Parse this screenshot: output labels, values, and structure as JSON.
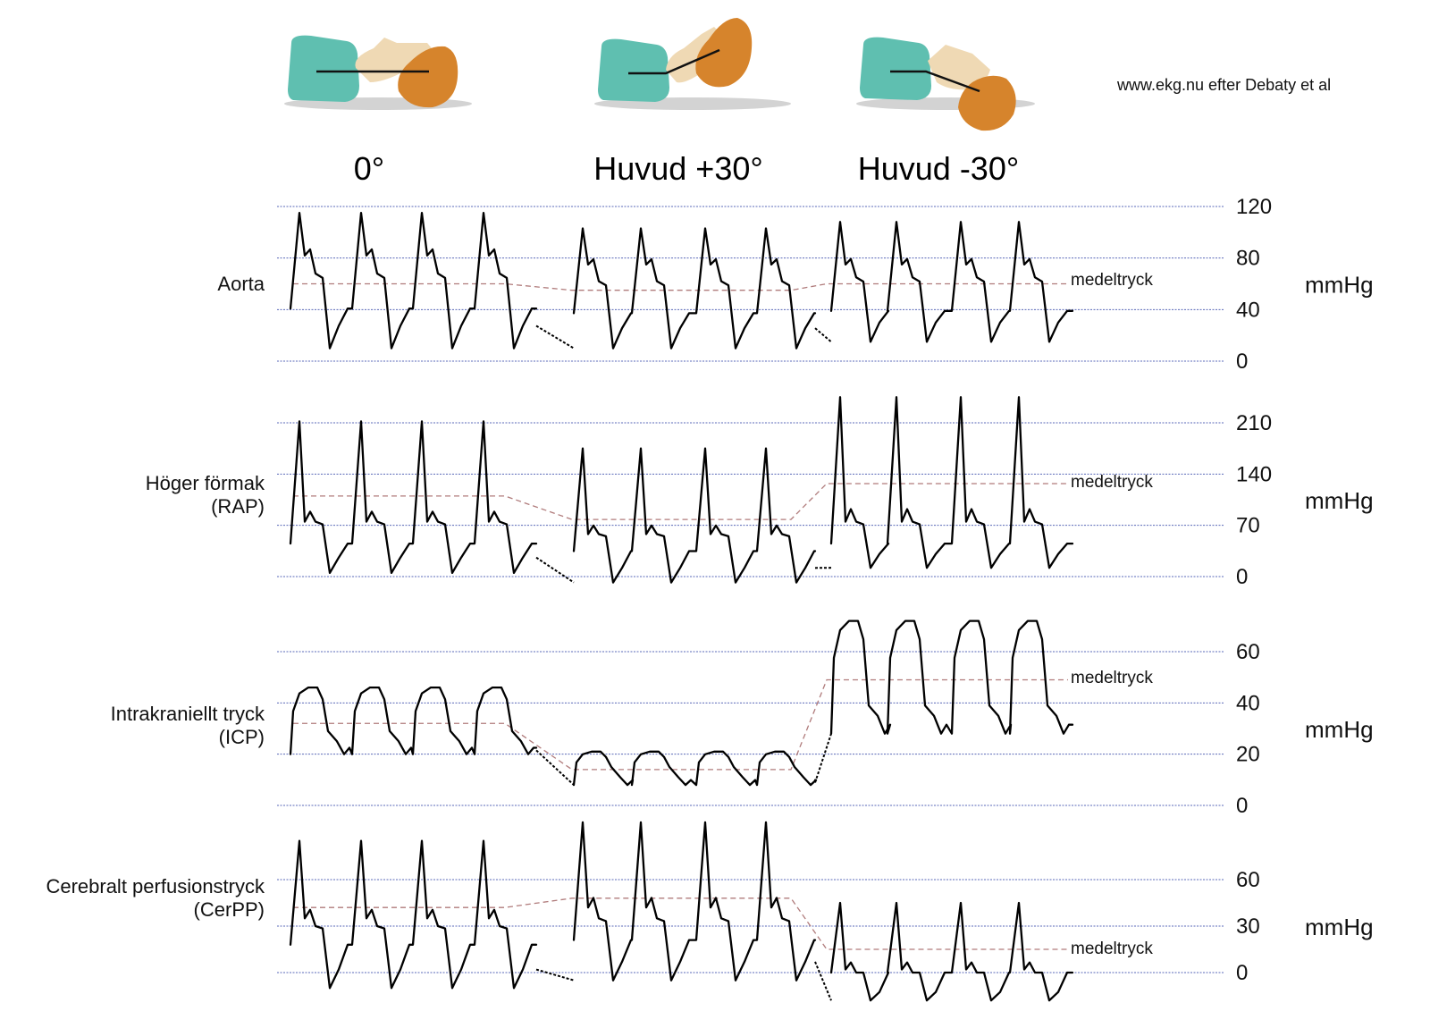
{
  "credit": "www.ekg.nu efter Debaty et al",
  "mean_label": "medeltryck",
  "unit": "mmHg",
  "icon_names": [
    "head-flat-0-icon",
    "head-up-30-icon",
    "head-down-30-icon"
  ],
  "colors": {
    "pillow": "#5fbfb0",
    "skin": "#efd9b4",
    "hair": "#d6842c",
    "grid": "#5968b8",
    "mean": "#b07b7b",
    "trace": "#000000"
  },
  "chart_data": {
    "type": "line",
    "conditions": [
      "0°",
      "Huvud +30°",
      "Huvud -30°"
    ],
    "panels": [
      {
        "id": "aorta",
        "label": [
          "Aorta"
        ],
        "ticks": [
          0,
          40,
          80,
          120
        ],
        "ylim": [
          0,
          120
        ],
        "segments": [
          {
            "peak": 115,
            "notch": 82,
            "dia": 68,
            "trough": 10,
            "mean": 60
          },
          {
            "peak": 103,
            "notch": 75,
            "dia": 62,
            "trough": 10,
            "mean": 55
          },
          {
            "peak": 108,
            "notch": 75,
            "dia": 65,
            "trough": 15,
            "mean": 60
          }
        ]
      },
      {
        "id": "rap",
        "label": [
          "Höger förmak",
          "(RAP)"
        ],
        "ticks": [
          0,
          70,
          140,
          210
        ],
        "ylim": [
          0,
          210
        ],
        "segments": [
          {
            "peak": 212,
            "notch": 75,
            "dia": 75,
            "trough": 5,
            "mean": 110
          },
          {
            "peak": 175,
            "notch": 58,
            "dia": 58,
            "trough": -8,
            "mean": 78
          },
          {
            "peak": 245,
            "notch": 75,
            "dia": 75,
            "trough": 12,
            "mean": 127
          }
        ]
      },
      {
        "id": "icp",
        "label": [
          "Intrakraniellt tryck",
          "(ICP)"
        ],
        "ticks": [
          0,
          20,
          40,
          60
        ],
        "ylim": [
          0,
          60
        ],
        "segments": [
          {
            "peak": 46,
            "dia": 25,
            "trough": 20,
            "mean": 32
          },
          {
            "peak": 21,
            "dia": 11,
            "trough": 8,
            "mean": 14
          },
          {
            "peak": 72,
            "dia": 35,
            "trough": 28,
            "mean": 49
          }
        ]
      },
      {
        "id": "cerpp",
        "label": [
          "Cerebralt perfusionstryck",
          "(CerPP)"
        ],
        "ticks": [
          0,
          30,
          60
        ],
        "ylim": [
          0,
          60
        ],
        "segments": [
          {
            "peak": 85,
            "notch": 35,
            "dia": 30,
            "trough": -10,
            "mean": 42
          },
          {
            "peak": 97,
            "notch": 42,
            "dia": 35,
            "trough": -5,
            "mean": 48
          },
          {
            "peak": 45,
            "notch": 2,
            "dia": 0,
            "trough": -18,
            "mean": 15
          }
        ]
      }
    ]
  }
}
